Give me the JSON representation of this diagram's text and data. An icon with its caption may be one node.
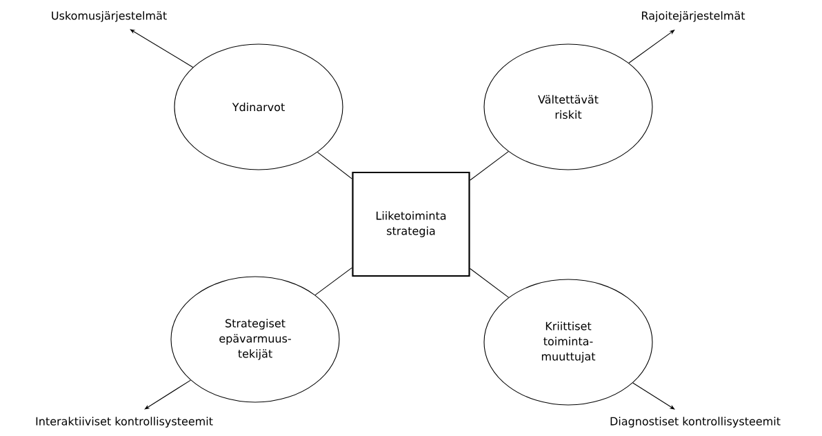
{
  "diagram": {
    "nodes": [
      {
        "text": [
          "Uskomusjärjestelmät"
        ]
      },
      {
        "text": [
          "Rajoitejärjestelmät"
        ]
      },
      {
        "text": [
          "Ydinarvot"
        ]
      },
      {
        "text": [
          "Vältettävät riskit"
        ]
      },
      {
        "text": [
          "Liiketoiminta strategia"
        ]
      },
      {
        "text": [
          "Strategiset epävarmuus- tekijät"
        ]
      },
      {
        "text": [
          "Kriittiset toiminta- muuttujat"
        ]
      },
      {
        "text": [
          "Interaktiiviset kontrollisysteemit"
        ]
      },
      {
        "text": [
          "Diagnostiset kontrollisysteemit"
        ]
      }
    ],
    "edges": [
      {
        "from": 4,
        "to": 2,
        "arrow": "none"
      },
      {
        "from": 4,
        "to": 3,
        "arrow": "none"
      },
      {
        "from": 4,
        "to": 5,
        "arrow": "none"
      },
      {
        "from": 4,
        "to": 6,
        "arrow": "none"
      },
      {
        "from": 2,
        "to": 0,
        "arrow": "to"
      },
      {
        "from": 3,
        "to": 1,
        "arrow": "to"
      },
      {
        "from": 5,
        "to": 7,
        "arrow": "to"
      },
      {
        "from": 6,
        "to": 8,
        "arrow": "to"
      }
    ]
  }
}
